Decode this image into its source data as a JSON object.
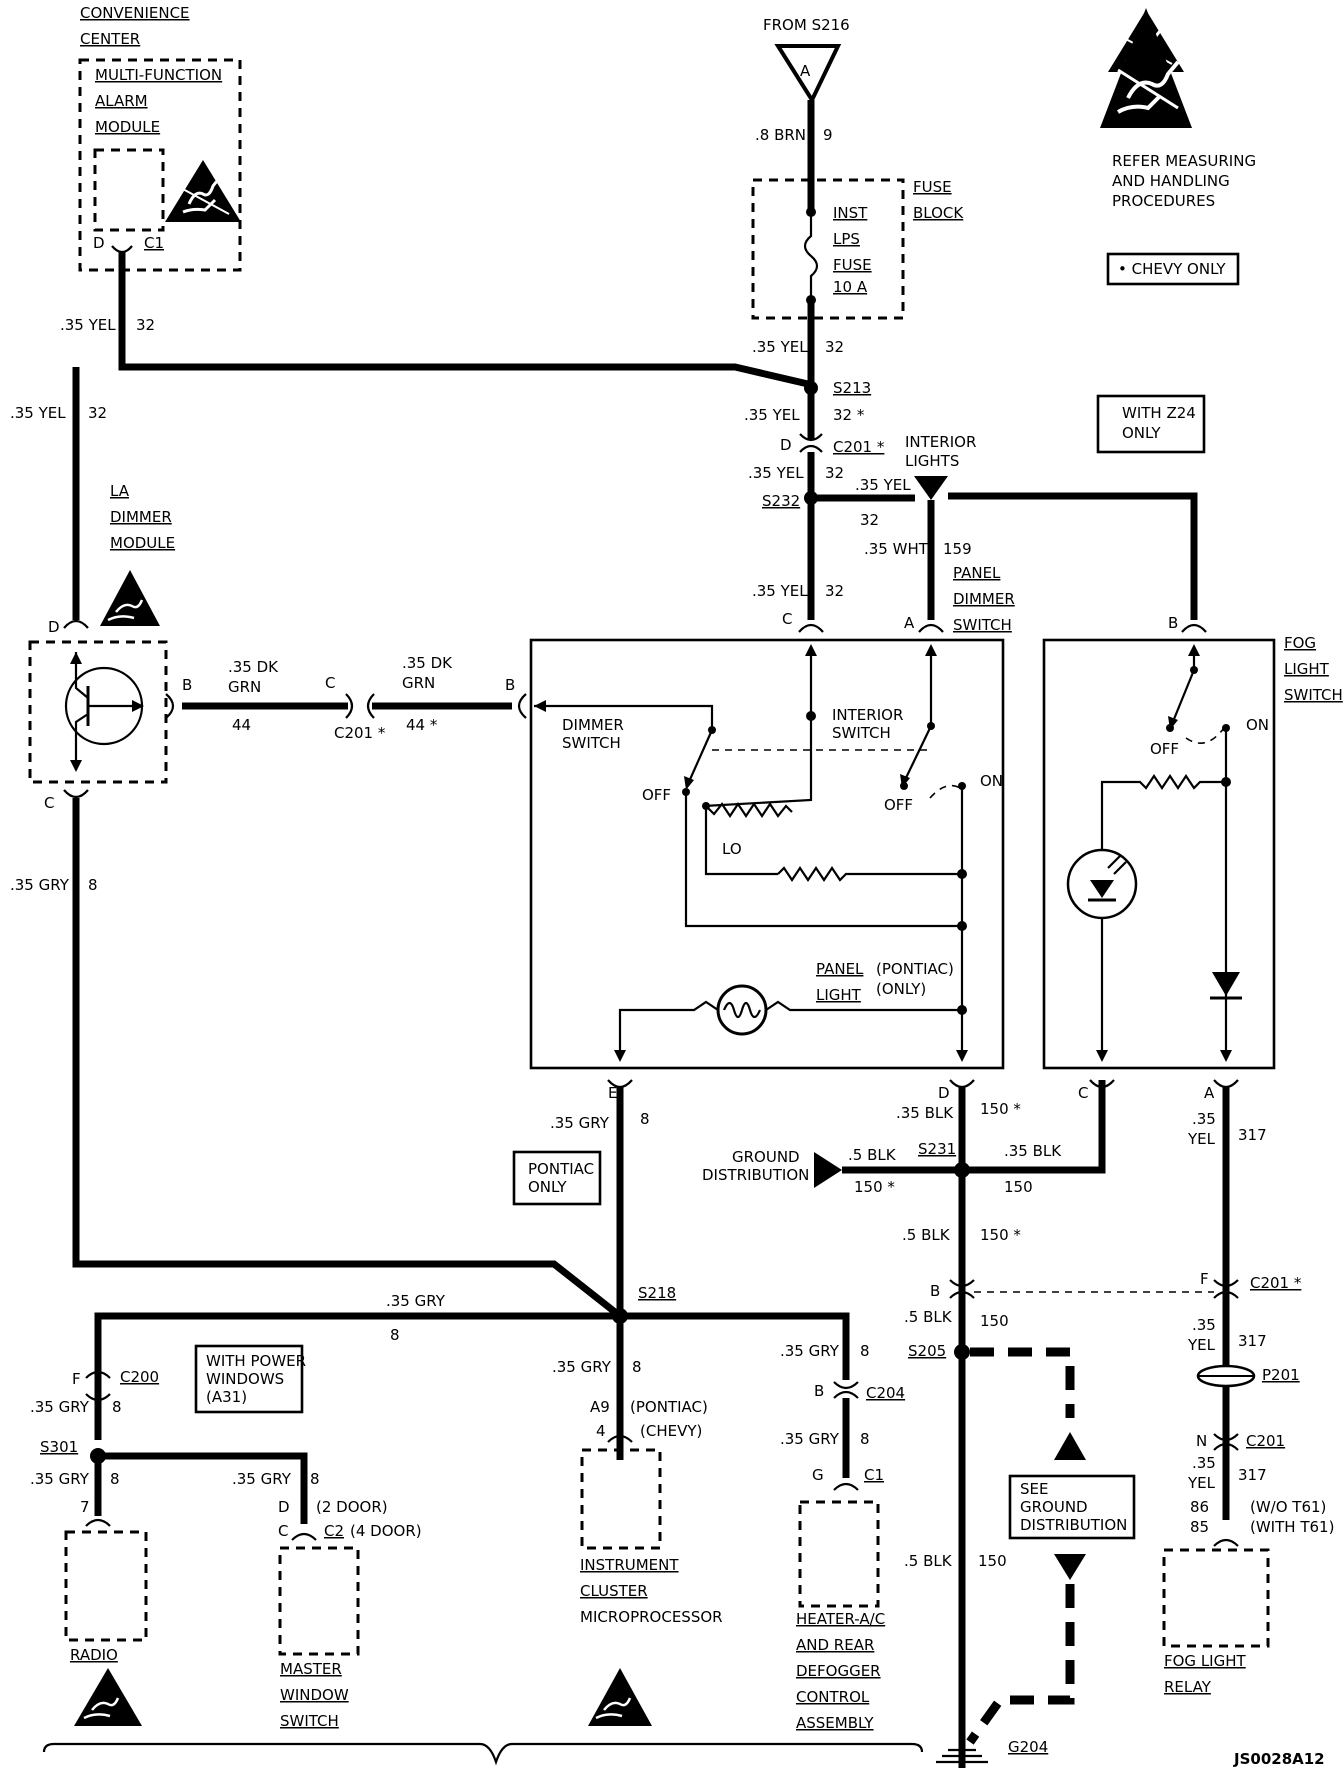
{
  "labels": {
    "conv_center": "CONVENIENCE",
    "conv_center2": "CENTER",
    "mfam1": "MULTI-FUNCTION",
    "mfam2": "ALARM",
    "mfam3": "MODULE",
    "mfam_d": "D",
    "mfam_c1": "C1",
    "from_s216": "FROM S216",
    "tri_a": "A",
    "w_top_gauge": ".8 BRN",
    "w_top_circ": "9",
    "fuse_block1": "FUSE",
    "fuse_block2": "BLOCK",
    "fuse_inst": "INST",
    "fuse_lps": "LPS",
    "fuse_fuse": "FUSE",
    "fuse_10a": "10 A",
    "refer1": "REFER MEASURING",
    "refer2": "AND HANDLING",
    "refer3": "PROCEDURES",
    "chevy_only": "• CHEVY ONLY",
    "with_z24_1": "WITH Z24",
    "with_z24_2": "ONLY",
    "w_mfam_gauge": ".35 YEL",
    "w_mfam_circ": "32",
    "w_fuse_gauge": ".35 YEL",
    "w_fuse_circ": "32",
    "s213": "S213",
    "w_s213_gauge": ".35 YEL",
    "w_s213_circ": "32 *",
    "c201_d": "D",
    "c201_top": "C201 *",
    "w_c201_gauge": ".35 YEL",
    "w_c201_circ": "32",
    "s232": "S232",
    "w_s232r_gauge": ".35 YEL",
    "w_s232r_circ": "32",
    "int_lights1": "INTERIOR",
    "int_lights2": "LIGHTS",
    "w_wht_gauge": ".35 WHT",
    "w_wht_circ": "159",
    "w_s232d_gauge": ".35 YEL",
    "w_s232d_circ": "32",
    "pds1": "PANEL",
    "pds2": "DIMMER",
    "pds3": "SWITCH",
    "pin_c": "C",
    "pin_a": "A",
    "pin_b_fog": "B",
    "fog1": "FOG",
    "fog2": "LIGHT",
    "fog3": "SWITCH",
    "w_left_gauge": ".35 YEL",
    "w_left_circ": "32",
    "la1": "LA",
    "la2": "DIMMER",
    "la3": "MODULE",
    "la_d": "D",
    "la_b": "B",
    "la_c": "C",
    "w_grn_gauge1": ".35 DK",
    "w_grn_gauge1b": "GRN",
    "w_grn_circ1": "44",
    "c201_mid_c": "C",
    "c201_mid": "C201 *",
    "w_grn_gauge2": ".35 DK",
    "w_grn_gauge2b": "GRN",
    "w_grn_circ2": "44 *",
    "pds_b": "B",
    "dimmer_sw1": "DIMMER",
    "dimmer_sw2": "SWITCH",
    "int_sw1": "INTERIOR",
    "int_sw2": "SWITCH",
    "off1": "OFF",
    "lo": "LO",
    "off2": "OFF",
    "on1": "ON",
    "fog_off": "OFF",
    "fog_on": "ON",
    "panel_light1": "PANEL",
    "panel_light2": "LIGHT",
    "pontiac_paren": "(PONTIAC)",
    "only_paren": "(ONLY)",
    "w_left_gry_gauge": ".35 GRY",
    "w_left_gry_circ": "8",
    "pin_e": "E",
    "w_e_gauge": ".35 GRY",
    "w_e_circ": "8",
    "pontiac_only1": "PONTIAC",
    "pontiac_only2": "ONLY",
    "pin_d": "D",
    "w_d_gauge": ".35 BLK",
    "w_d_circ": "150 *",
    "pin_c_fog": "C",
    "pin_a_fog": "A",
    "w_fog_gauge1": ".35",
    "w_fog_gauge1b": "YEL",
    "w_fog_circ1": "317",
    "ground_dist1": "GROUND",
    "ground_dist2": "DISTRIBUTION",
    "w_gd_gauge": ".5 BLK",
    "w_gd_circ": "150 *",
    "s231": "S231",
    "w_s231r_gauge": ".35 BLK",
    "w_s231r_circ": "150",
    "w_s231d_gauge": ".5 BLK",
    "w_s231d_circ": "150 *",
    "pin_b_c201": "B",
    "pin_f": "F",
    "c201_fog": "C201 *",
    "w_c201b_gauge": ".5 BLK",
    "w_c201b_circ": "150",
    "s205": "S205",
    "w_fog_gauge2": ".35",
    "w_fog_gauge2b": "YEL",
    "w_fog_circ2": "317",
    "p201": "P201",
    "pin_n": "N",
    "c201_n": "C201",
    "w_fog_gauge3": ".35",
    "w_fog_gauge3b": "YEL",
    "w_fog_circ3": "317",
    "pin_86": "86",
    "pin_85": "85",
    "wo_t61": "(W/O T61)",
    "with_t61": "(WITH T61)",
    "fog_relay1": "FOG LIGHT",
    "fog_relay2": "RELAY",
    "see_gd1": "SEE",
    "see_gd2": "GROUND",
    "see_gd3": "DISTRIBUTION",
    "w_gnd_gauge": ".5 BLK",
    "w_gnd_circ": "150",
    "g204": "G204",
    "w_s218_gauge": ".35 GRY",
    "w_s218_circ": "8",
    "s218": "S218",
    "pin_f_radio": "F",
    "c200": "C200",
    "w_c200_gauge": ".35 GRY",
    "w_c200_circ": "8",
    "with_pw1": "WITH POWER",
    "with_pw2": "WINDOWS",
    "with_pw3": "(A31)",
    "s301": "S301",
    "w_radio_gauge": ".35 GRY",
    "w_radio_circ": "8",
    "pin_7": "7",
    "w_mws_gauge": ".35 GRY",
    "w_mws_circ": "8",
    "mws_d": "D",
    "mws_2door": "(2 DOOR)",
    "mws_c": "C",
    "mws_c2": "C2",
    "mws_4door": "(4 DOOR)",
    "radio": "RADIO",
    "mws1": "MASTER",
    "mws2": "WINDOW",
    "mws3": "SWITCH",
    "w_ic_gauge": ".35 GRY",
    "w_ic_circ": "8",
    "pin_a9": "A9",
    "pin_4": "4",
    "ic_pontiac": "(PONTIAC)",
    "ic_chevy": "(CHEVY)",
    "ic1": "INSTRUMENT",
    "ic2": "CLUSTER",
    "ic3": "MICROPROCESSOR",
    "w_hvac_gauge1": ".35 GRY",
    "w_hvac_circ1": "8",
    "pin_b_hvac": "B",
    "c204": "C204",
    "w_hvac_gauge2": ".35 GRY",
    "w_hvac_circ2": "8",
    "pin_g": "G",
    "hvac_c1": "C1",
    "hvac1": "HEATER-A/C",
    "hvac2": "AND REAR",
    "hvac3": "DEFOGGER",
    "hvac4": "CONTROL",
    "hvac5": "ASSEMBLY",
    "doc_id": "JS0028A12"
  }
}
